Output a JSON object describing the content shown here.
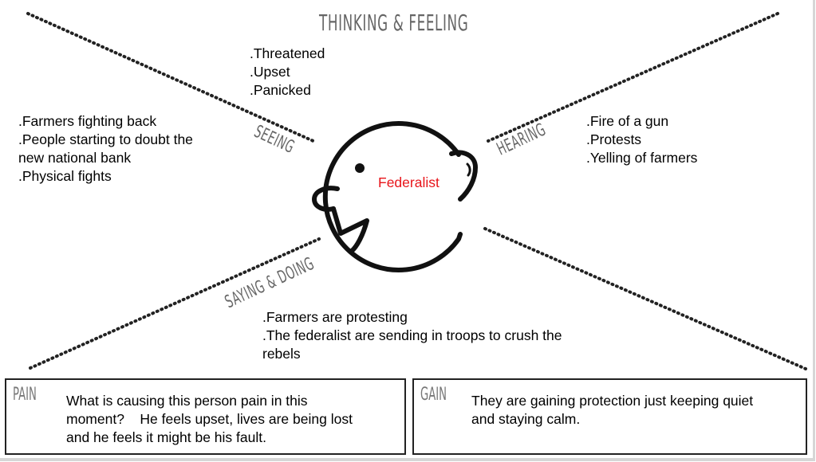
{
  "sections": {
    "thinking_feeling": {
      "label": "THINKING & FEELING",
      "items": [
        ".Threatened",
        ".Upset",
        ".Panicked"
      ]
    },
    "seeing": {
      "label": "SEEING",
      "items": [
        ".Farmers fighting back",
        ".People starting to doubt the",
        "new national bank",
        ".Physical fights"
      ]
    },
    "hearing": {
      "label": "HEARING",
      "items": [
        ".Fire of a gun",
        ".Protests",
        ".Yelling of farmers"
      ]
    },
    "saying_doing": {
      "label": "SAYING & DOING",
      "items": [
        ".Farmers are protesting",
        ".The federalist are sending in troops to crush the",
        "rebels"
      ]
    }
  },
  "persona": {
    "name": "Federalist",
    "color": "#e8141a"
  },
  "pain": {
    "label": "PAIN",
    "lines": [
      "What is causing this person pain in this",
      "moment?    He feels upset, lives are being lost",
      "and he feels it might be his fault."
    ]
  },
  "gain": {
    "label": "GAIN",
    "lines": [
      "They are gaining protection just keeping quiet",
      "and staying calm."
    ]
  }
}
